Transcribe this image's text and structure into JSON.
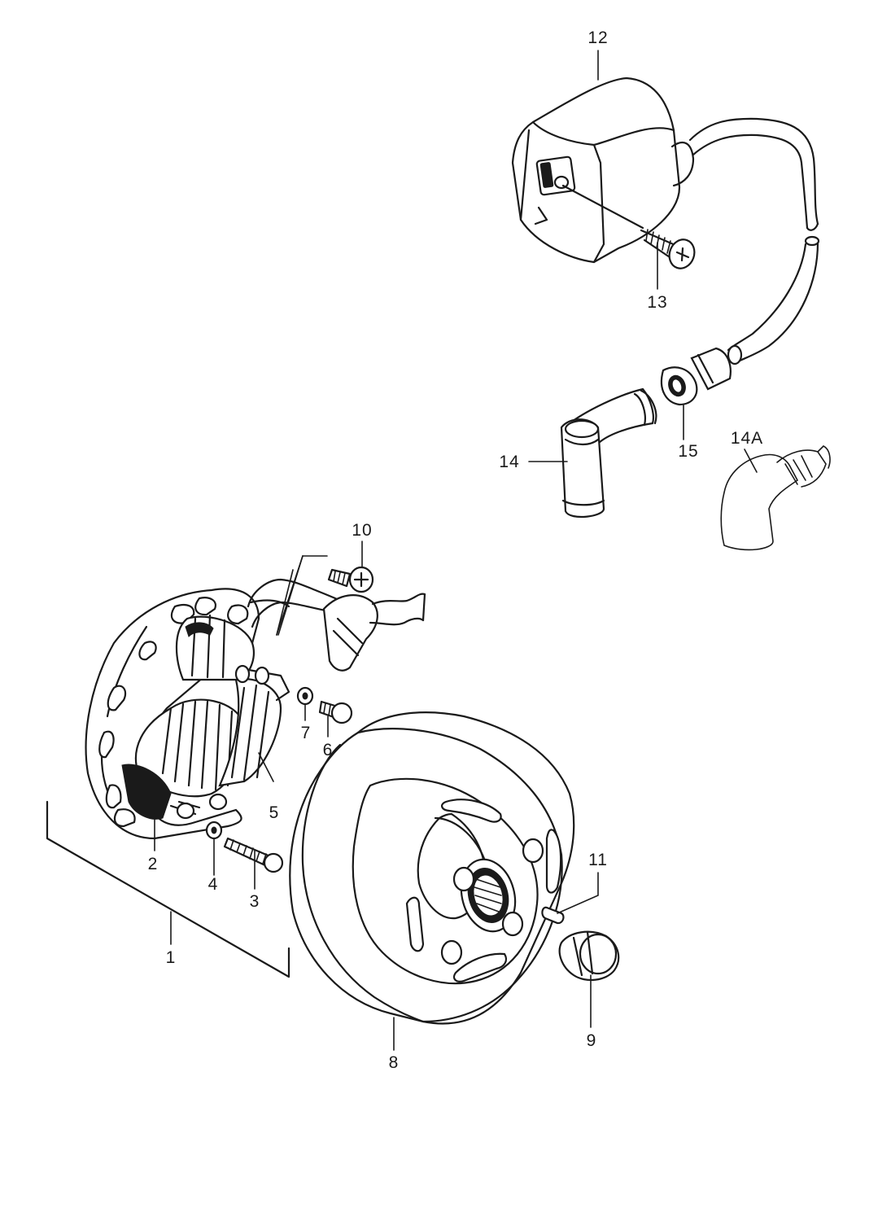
{
  "callouts": [
    {
      "id": "1",
      "label": "1"
    },
    {
      "id": "2",
      "label": "2"
    },
    {
      "id": "3",
      "label": "3"
    },
    {
      "id": "4",
      "label": "4"
    },
    {
      "id": "5",
      "label": "5"
    },
    {
      "id": "6",
      "label": "6"
    },
    {
      "id": "7",
      "label": "7"
    },
    {
      "id": "8",
      "label": "8"
    },
    {
      "id": "9",
      "label": "9"
    },
    {
      "id": "10",
      "label": "10"
    },
    {
      "id": "11",
      "label": "11"
    },
    {
      "id": "12",
      "label": "12"
    },
    {
      "id": "13",
      "label": "13"
    },
    {
      "id": "14",
      "label": "14"
    },
    {
      "id": "14A",
      "label": "14A"
    },
    {
      "id": "15",
      "label": "15"
    }
  ]
}
